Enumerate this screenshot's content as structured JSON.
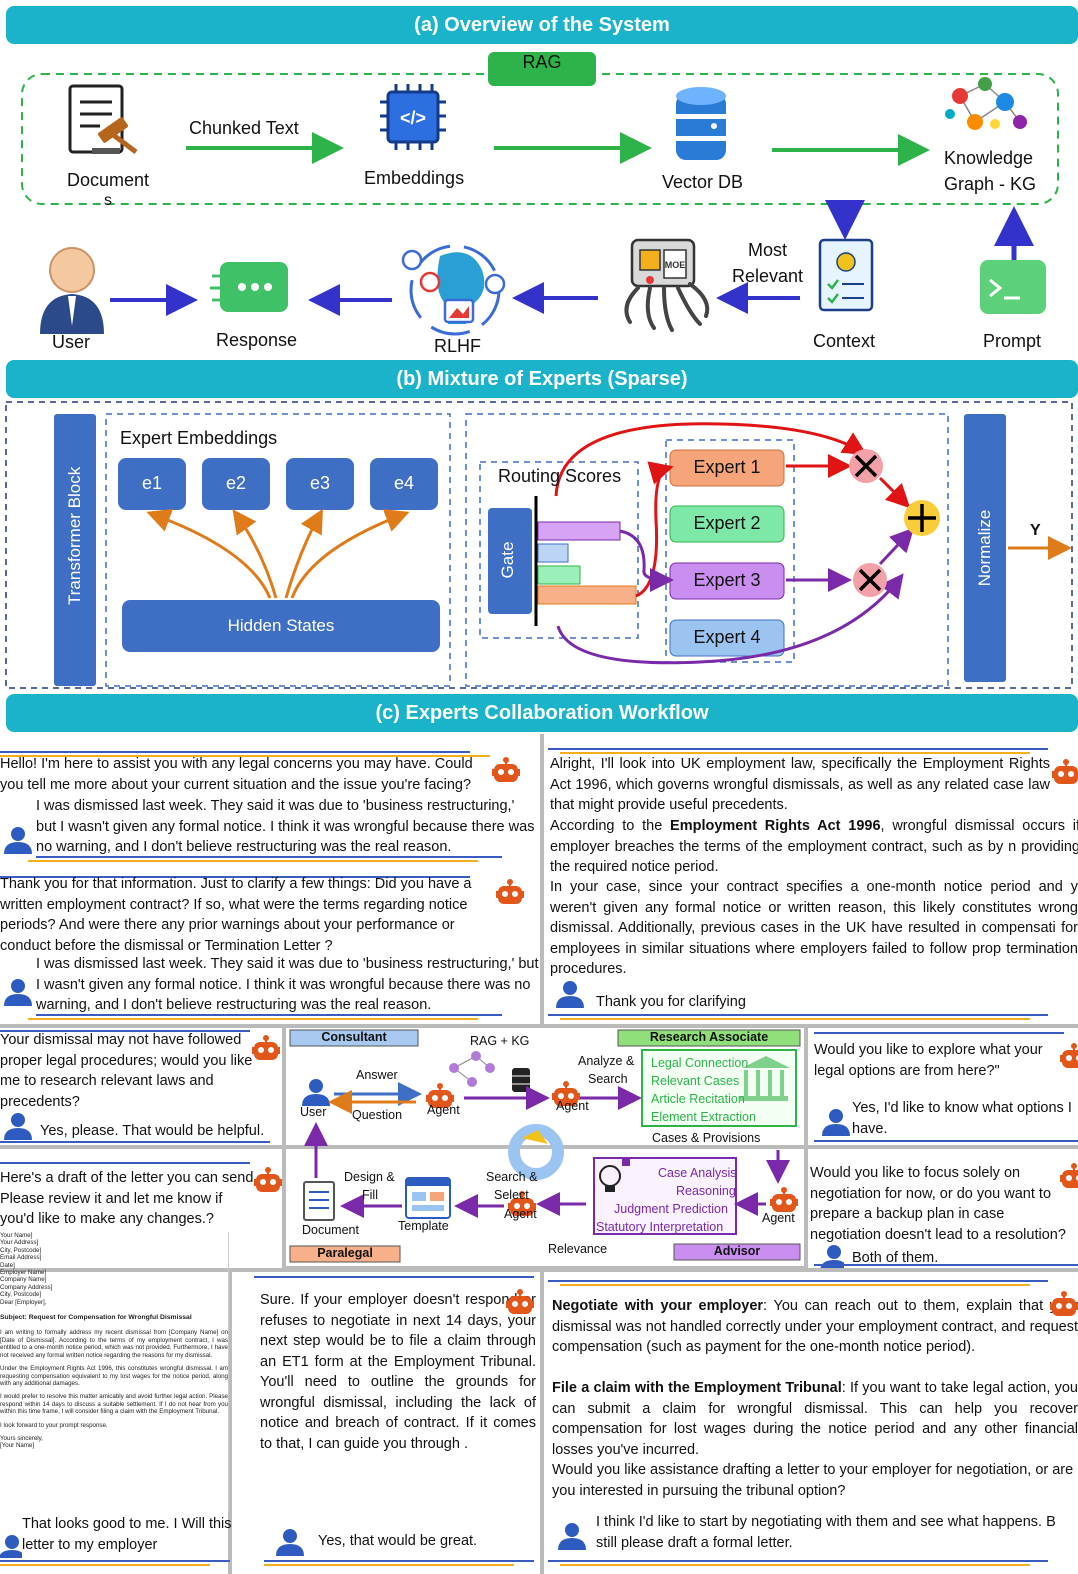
{
  "sections": {
    "a": "(a) Overview of the System",
    "b": "(b) Mixture of Experts (Sparse)",
    "c": "(c) Experts Collaboration Workflow"
  },
  "overview": {
    "rag": "RAG",
    "chunked_text": "Chunked Text",
    "document": "Document",
    "document_tail": "s",
    "embeddings": "Embeddings",
    "vector_db": "Vector DB",
    "kg_line1": "Knowledge",
    "kg_line2": "Graph - KG",
    "most_relevant_1": "Most",
    "most_relevant_2": "Relevant",
    "user": "User",
    "response": "Response",
    "rlhf": "RLHF",
    "context": "Context",
    "prompt": "Prompt",
    "moe_badge": "MOE"
  },
  "moe": {
    "transformer_block": "Transformer Block",
    "expert_embeddings": "Expert Embeddings",
    "e1": "e1",
    "e2": "e2",
    "e3": "e3",
    "e4": "e4",
    "hidden_states": "Hidden States",
    "routing_scores": "Routing Scores",
    "gate": "Gate",
    "expert1": "Expert 1",
    "expert2": "Expert 2",
    "expert3": "Expert 3",
    "expert4": "Expert 4",
    "normalize": "Normalize",
    "y": "Y"
  },
  "workflow": {
    "consultant": "Consultant",
    "research_associate": "Research Associate",
    "paralegal": "Paralegal",
    "advisor": "Advisor",
    "rag_kg": "RAG + KG",
    "answer": "Answer",
    "question": "Question",
    "user": "User",
    "agent": "Agent",
    "analyze": "Analyze &",
    "search": "Search",
    "legal_connection": "Legal Connection",
    "relevant_cases": "Relevant Cases",
    "article_recitation": "Article Recitation",
    "element_extraction": "Element Extraction",
    "cases_provisions": "Cases & Provisions",
    "design_fill_1": "Design &",
    "design_fill_2": "Fill",
    "search_select_1": "Search &",
    "search_select_2": "Select",
    "document": "Document",
    "template": "Template",
    "case_analysis": "Case Analysis",
    "reasoning": "Reasoning",
    "judgment_prediction": "Judgment Prediction",
    "statutory_interpretation": "Statutory Interpretation",
    "relevance": "Relevance"
  },
  "chats": {
    "c1": "Hello! I'm here to assist you with any legal concerns you may have. Could you tell me more about your current situation and the issue you're facing?",
    "c2": "I was dismissed last week. They said it was due to 'business restructuring,' but I wasn't given any formal notice. I think it was wrongful because there was no warning, and I don't believe restructuring was the real reason.",
    "c3": "Thank you for that information. Just to clarify a few things: Did you have a written employment contract? If so, what were the terms regarding notice periods? And were there any prior warnings about your performance or conduct before the dismissal or Termination Letter ?",
    "c4": "I was dismissed last week. They said it was due to 'business restructuring,' but I wasn't given any formal notice. I think it was wrongful because there was no warning, and I don't believe restructuring was the real reason.",
    "r1": "Alright, I'll look into UK employment law, specifically the Employment Rights Act 1996, which governs wrongful dismissals, as well as any related case law that might provide useful precedents.",
    "r2_pre": "According to the ",
    "r2_bold": "Employment Rights Act 1996",
    "r2_post": ", wrongful dismissal occurs if employer breaches the terms of the employment contract, such as by n providing the required notice period.",
    "r3": "In your case, since your contract specifies a one-month notice period and y weren't given any formal notice or written reason, this likely constitutes wrong dismissal. Additionally, previous cases in the UK have resulted in compensati for employees in similar situations where employers failed to follow prop termination procedures.",
    "r4": "Thank you for clarifying",
    "m1": "Your dismissal may not have followed proper legal procedures; would you like me to research relevant laws and precedents?",
    "m2": "Yes, please. That would be helpful.",
    "m3": "Here's a draft of the letter you can send. Please review it and let me know if you'd like to make any changes.?",
    "m4": "That looks good to me. I Will this letter to my employer",
    "q1": "Would you like to explore what your legal options are from here?\"",
    "q2": "Yes, I'd like to know what options I have.",
    "q3": "Would you like to focus solely on negotiation for now, or do you want to prepare a backup plan in case negotiation doesn't lead to a resolution?",
    "q4": "Both of them.",
    "s1": "Sure. If your employer doesn't respond or refuses to negotiate in next 14 days, your next step would be to file a claim through an ET1 form at the Employment Tribunal. You'll need to outline the grounds for wrongful dismissal, including the lack of notice and breach of contract. If it comes to that, I can guide you through .",
    "s2": "Yes, that would be great.",
    "n1_bold": "Negotiate with your employer",
    "n1": ": You can reach out to them, explain that your dismissal was not handled correctly under your employment contract, and request compensation (such as payment for the one-month notice period).",
    "n2_bold": "File a claim with the Employment Tribunal",
    "n2": ": If you want to take legal action, you can submit a claim for wrongful dismissal. This can help you recover compensation for lost wages during the notice period and any other financial losses you've incurred.",
    "n3": "Would you like assistance drafting a letter to your employer for negotiation, or are you interested in pursuing the tribunal option?",
    "n4": "I think I'd like to start by negotiating with them and see what happens. B still please draft a formal letter."
  },
  "letter": {
    "header": [
      "Your Name]",
      "Your Address]",
      "City, Postcode]",
      "Email Address]",
      "Date]",
      "Employer Name]",
      "Company Name]",
      "Company Address]",
      "City, Postcode]",
      "Dear [Employer],"
    ],
    "subject": "Subject: Request for Compensation for Wrongful Dismissal",
    "p1": "I am writing to formally address my recent dismissal from [Company Name] on [Date of Dismissal]. According to the terms of my employment contract, I was entitled to a one-month notice period, which was not provided. Furthermore, I have not received any formal written notice regarding the reasons for my dismissal.",
    "p2": "Under the Employment Rights Act 1996, this constitutes wrongful dismissal. I am requesting compensation equivalent to my lost wages for the notice period, along with any additional damages.",
    "p3": "I would prefer to resolve this matter amicably and avoid further legal action. Please respond within 14 days to discuss a suitable settlement. If I do not hear from you within this time frame, I will consider filing a claim with the Employment Tribunal.",
    "p4": "I look forward to your prompt response.",
    "p5": "Yours sincerely,",
    "p6": "[Your Name]"
  },
  "colors": {
    "band": "#1bb3c9",
    "green_arrow": "#2db34a",
    "blue_arrow": "#3333cc",
    "orange": "#e07b1a",
    "purple": "#7a2aa8",
    "red": "#e01414",
    "expert1": "#f6a47a",
    "expert2": "#7ee8a8",
    "expert3": "#c98ef0",
    "expert4": "#9cc4f0"
  },
  "icons": [
    "document-gavel-icon",
    "chip-icon",
    "database-icon",
    "knowledge-graph-icon",
    "user-icon",
    "chat-icon",
    "brain-icon",
    "octopus-robot-icon",
    "context-doc-icon",
    "terminal-icon",
    "robot-icon",
    "courthouse-icon"
  ]
}
